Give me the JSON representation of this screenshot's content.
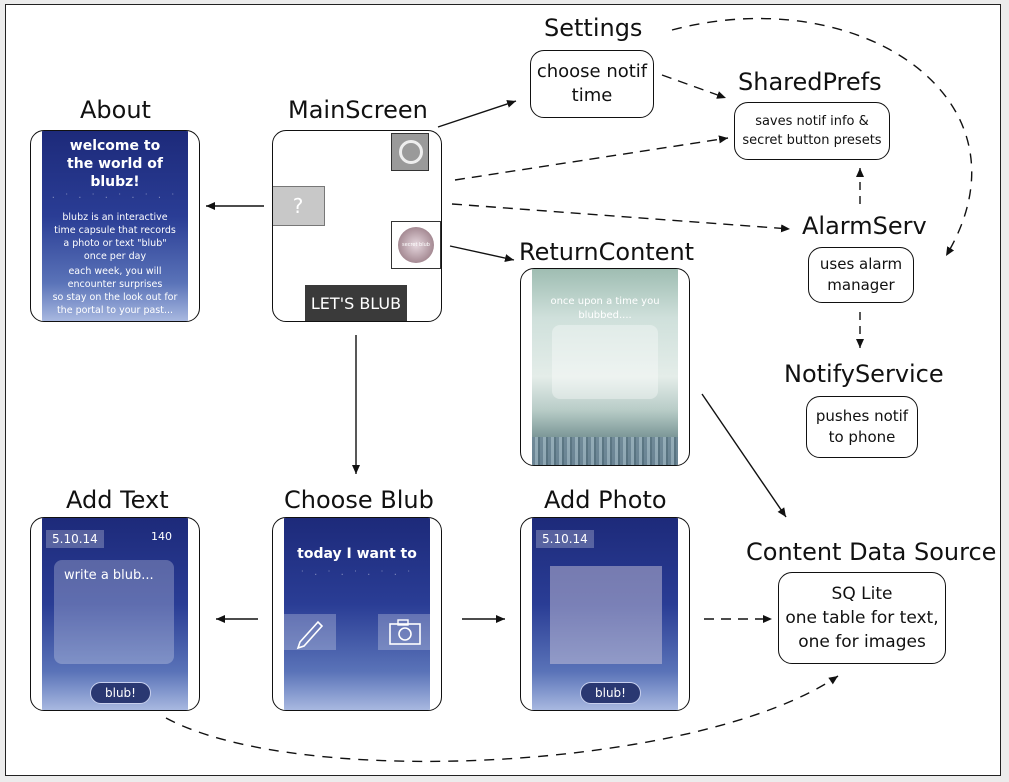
{
  "nodes": {
    "settings": {
      "title": "Settings",
      "lines": [
        "choose notif",
        "time"
      ]
    },
    "sharedprefs": {
      "title": "SharedPrefs",
      "lines": [
        "saves notif info &",
        "secret button presets"
      ]
    },
    "alarmserv": {
      "title": "AlarmServ",
      "lines": [
        "uses alarm",
        "manager"
      ]
    },
    "notify": {
      "title": "NotifyService",
      "lines": [
        "pushes notif",
        "to phone"
      ]
    },
    "content": {
      "title": "Content Data Source",
      "lines": [
        "SQ Lite",
        "one table for text,",
        "one for images"
      ]
    },
    "about": {
      "title": "About"
    },
    "main": {
      "title": "MainScreen"
    },
    "returncontent": {
      "title": "ReturnContent"
    },
    "addtext": {
      "title": "Add Text"
    },
    "choose": {
      "title": "Choose Blub"
    },
    "addphoto": {
      "title": "Add Photo"
    }
  },
  "screens": {
    "about": {
      "heading": "welcome to the world of  blubz!",
      "para1": [
        "blubz is an interactive",
        "time capsule that records",
        "a photo or text \"blub\"",
        "once per day"
      ],
      "para2": [
        "each week, you will",
        "encounter surprises",
        "so stay on the look out for",
        "the portal to your past..."
      ]
    },
    "main": {
      "help_glyph": "?",
      "button": "LET'S BLUB",
      "badge": "secret blub"
    },
    "returncontent": {
      "caption": "once upon a time you",
      "caption2": "blubbed...."
    },
    "addtext": {
      "date": "5.10.14",
      "count": "140",
      "placeholder": "write a blub...",
      "button": "blub!"
    },
    "choose": {
      "heading": "today I want to"
    },
    "addphoto": {
      "date": "5.10.14",
      "button": "blub!"
    }
  },
  "colors": {
    "screen_blue": "#2a3d95",
    "accent_pill": "#2a3872",
    "line": "#111111"
  }
}
